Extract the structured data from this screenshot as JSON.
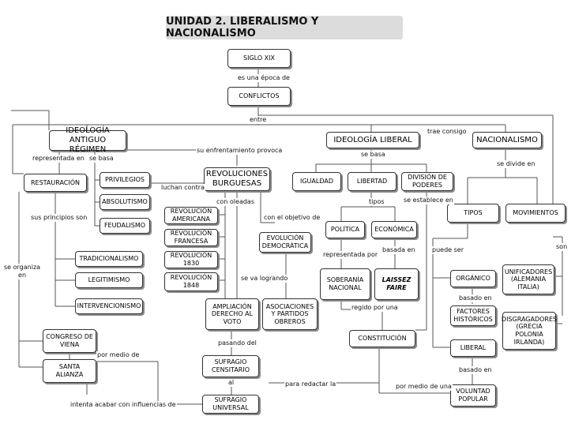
{
  "title": "UNIDAD 2. LIBERALISMO Y NACIONALISMO",
  "nodes": {
    "siglo": "SIGLO  XIX",
    "conflictos": "CONFLICTOS",
    "ideologia_ar": "IDEOLOGÍA\nANTIGUO RÉGIMEN",
    "ideologia_lib": "IDEOLOGÍA LIBERAL",
    "nacionalismo": "NACIONALISMO",
    "restauracion": "RESTAURACIÓN",
    "privilegios": "PRIVILEGIOS",
    "absolutismo": "ABSOLUTISMO",
    "feudalismo": "FEUDALISMO",
    "revoluciones": "REVOLUCIONES\nBURGUESAS",
    "rev_americana": "REVOLUCIÓN\nAMERICANA",
    "rev_francesa": "REVOLUCIÓN\nFRANCESA",
    "rev_1830": "REVOLUCIÓN\n1830",
    "rev_1848": "REVOLUCIÓN\n1848",
    "igualdad": "IGUALDAD",
    "libertad": "LIBERTAD",
    "division": "DIVISIÓN DE\nPODERES",
    "politica": "POLÍTICA",
    "economica": "ECONÓMICA",
    "evolucion": "EVOLUCIÓN\nDEMOCRÁTICA",
    "tradicionalismo": "TRADICIONALISMO",
    "legitimismo": "LEGITIMISMO",
    "intervencionismo": "INTERVENCIONISMO",
    "congreso": "CONGRESO DE\nVIENA",
    "santa": "SANTA\nALIANZA",
    "ampliacion": "AMPLIACIÓN\nDERECHO AL\nVOTO",
    "asociaciones": "ASOCIACIONES\nY PARTIDOS\nOBREROS",
    "soberania": "SOBERANÍA\nNACIONAL",
    "laissez": "LAISSEZ\nFAIRE",
    "constitucion": "CONSTITUCIÓN",
    "sufragio_c": "SUFRAGIO\nCENSITARIO",
    "sufragio_u": "SUFRAGIO\nUNIVERSAL",
    "tipos": "TIPOS",
    "movimientos": "MOVIMIENTOS",
    "organico": "ORGÁNICO",
    "factores": "FACTORES\nHISTÓRICOS",
    "liberal": "LIBERAL",
    "voluntad": "VOLUNTAD\nPOPULAR",
    "unificadores": "UNIFICADORES\n(ALEMANIA\nITALIA)",
    "disgregadores": "DISGRAGADORES\n(GRECIA\nPOLONIA\nIRLANDA)"
  },
  "labels": {
    "es_una_epoca": "es una época de",
    "entre": "entre",
    "trae_consigo": "trae consigo",
    "su_enfrentamiento": "su enfrentamiento provoca",
    "se_basa_lib": "se basa",
    "se_divide_en": "se divide en",
    "representada_en": "representada en",
    "se_basa_ar": "se basa",
    "luchan_contra": "luchan contra",
    "con_oleadas": "con oleadas",
    "tipos_lbl": "tipos",
    "se_establece_en": "se establece en",
    "sus_principios_son": "sus principios son",
    "con_el_objetivo_de": "con el objetivo de",
    "representada_por": "representada por",
    "basada_en_1": "basada en",
    "puede_ser": "puede ser",
    "son": "son",
    "se_organiza_en": "se organiza\nen",
    "se_va_logrando": "se va logrando",
    "basado_en_1": "basado en",
    "regido_por_una": "regido por una",
    "pasando_del": "pasando del",
    "por_medio_de_1": "por medio de",
    "basado_en_2": "basado en",
    "al": "al",
    "para_redactar_la": "para redactar la",
    "por_medio_de_una": "por medio de una",
    "intenta_acabar": "intenta acabar con influencias de"
  },
  "colors": {
    "line": "#555555",
    "shadow": "#8a8a8a",
    "title_bg": "#dcdcdc"
  }
}
